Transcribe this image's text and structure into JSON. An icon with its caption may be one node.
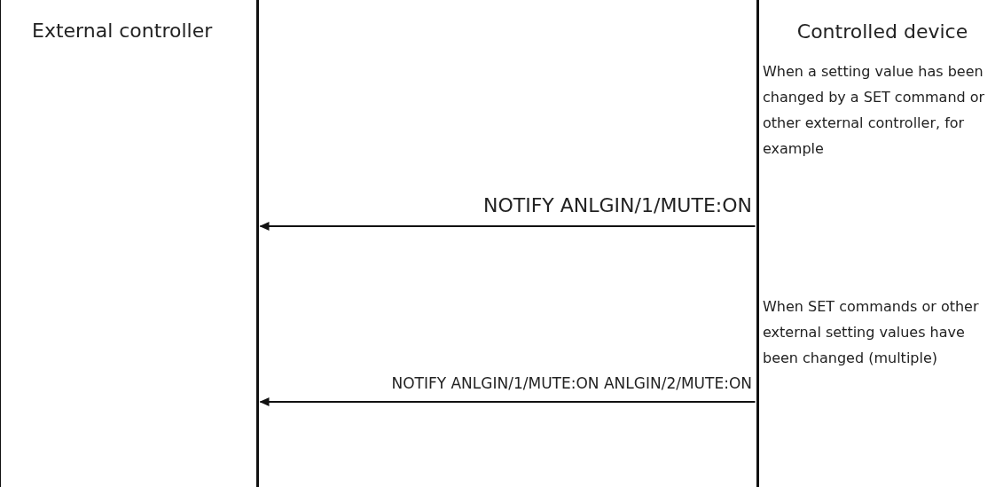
{
  "diagram": {
    "nodes": [
      {
        "text": [
          "External controller"
        ]
      },
      {
        "text": [
          "Controlled device"
        ]
      }
    ],
    "edges": [
      {
        "from": 1,
        "to": 0,
        "arrow": "to",
        "label": "NOTIFY ANLGIN/1/MUTE:ON"
      },
      {
        "from": 1,
        "to": 0,
        "arrow": "to",
        "label": "NOTIFY ANLGIN/1/MUTE:ON ANLGIN/2/MUTE:ON"
      }
    ],
    "labels": [
      "When a setting value has been changed by a SET command or other external controller, for example",
      "When SET commands or other external setting values have been changed (multiple)"
    ]
  }
}
